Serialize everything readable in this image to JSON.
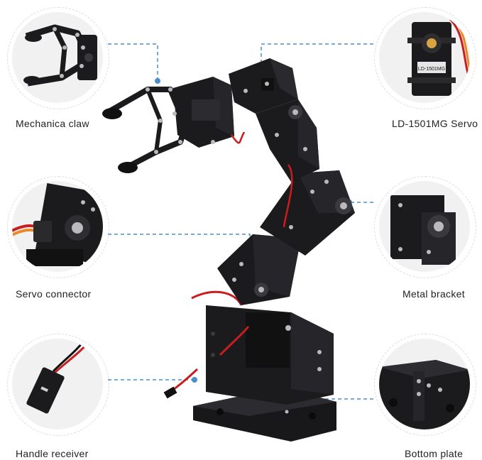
{
  "labels": {
    "claw": "Mechanica claw",
    "servo": "LD-1501MG Servo",
    "connector": "Servo connector",
    "bracket": "Metal bracket",
    "receiver": "Handle receiver",
    "plate": "Bottom plate"
  },
  "servo_sticker": "LD-1501MG",
  "colors": {
    "metal": "#1b1b1d",
    "metal_hi": "#3a3a3e",
    "screw": "#b9b9be",
    "wire_red": "#c81e1e",
    "wire_orange": "#e8892a",
    "leader": "#4a8fc8",
    "bg_circle": "#f1f1f1"
  },
  "icons": [
    "claw-image",
    "servo-image",
    "connector-image",
    "bracket-image",
    "receiver-image",
    "plate-image",
    "robot-arm-image"
  ]
}
